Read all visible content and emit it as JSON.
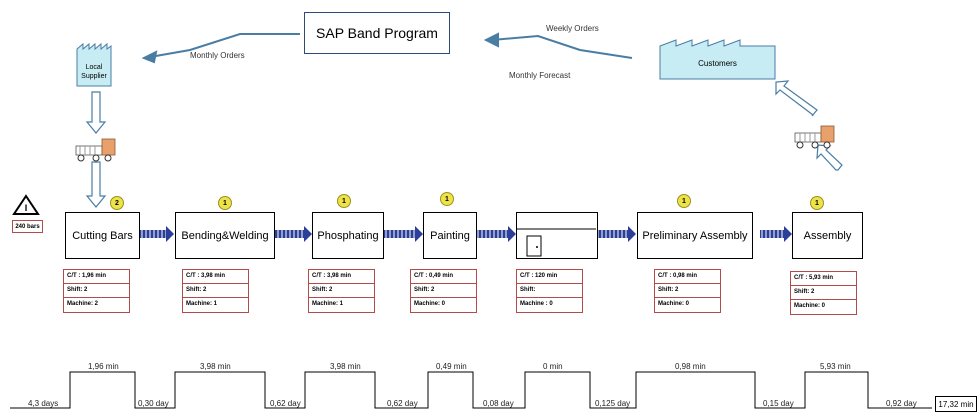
{
  "title": "SAP Band Program",
  "supplier": {
    "label_line1": "Local",
    "label_line2": "Supplier"
  },
  "customer": {
    "label": "Customers"
  },
  "flows": {
    "monthly_orders": "Monthly Orders",
    "weekly_orders": "Weekly Orders",
    "monthly_forecast": "Monthly Forecast"
  },
  "inventory": {
    "label": "240 bars"
  },
  "processes": [
    {
      "name": "Cutting Bars",
      "operators": "2",
      "ct": "C/T : 1,96 min",
      "shift": "Shift: 2",
      "machine": "Machine: 2"
    },
    {
      "name": "Bending&Welding",
      "operators": "1",
      "ct": "C/T : 3,98 min",
      "shift": "Shift: 2",
      "machine": "Machine: 1"
    },
    {
      "name": "Phosphating",
      "operators": "1",
      "ct": "C/T : 3,98 min",
      "shift": "Shift: 2",
      "machine": "Machine: 1"
    },
    {
      "name": "Painting",
      "operators": "1",
      "ct": "C/T : 0,49 min",
      "shift": "Shift: 2",
      "machine": "Machine: 0"
    },
    {
      "name": "",
      "operators": "",
      "ct": "C/T : 120 min",
      "shift": "Shift:",
      "machine": "Machine : 0"
    },
    {
      "name": "Preliminary Assembly",
      "operators": "1",
      "ct": "C/T : 0,98 min",
      "shift": "Shift: 2",
      "machine": "Machine: 0"
    },
    {
      "name": "Assembly",
      "operators": "1",
      "ct": "C/T : 5,93 min",
      "shift": "Shift: 2",
      "machine": "Machine: 0"
    }
  ],
  "timeline": {
    "process_times": [
      "1,96 min",
      "3,98 min",
      "3,98 min",
      "0,49 min",
      "0 min",
      "0,98 min",
      "5,93 min"
    ],
    "wait_times": [
      "4,3 days",
      "0,30 day",
      "0,62 day",
      "0,62 day",
      "0,08 day",
      "0,125 day",
      "0,15 day",
      "0,92 day"
    ],
    "total": "17,32 min"
  },
  "colors": {
    "push_arrow": "#2b3f9a",
    "flow_arrow": "#4a7da4",
    "operator": "#ece24a",
    "data_border": "#b44a4a",
    "factory_fill": "#c8ecf3"
  }
}
